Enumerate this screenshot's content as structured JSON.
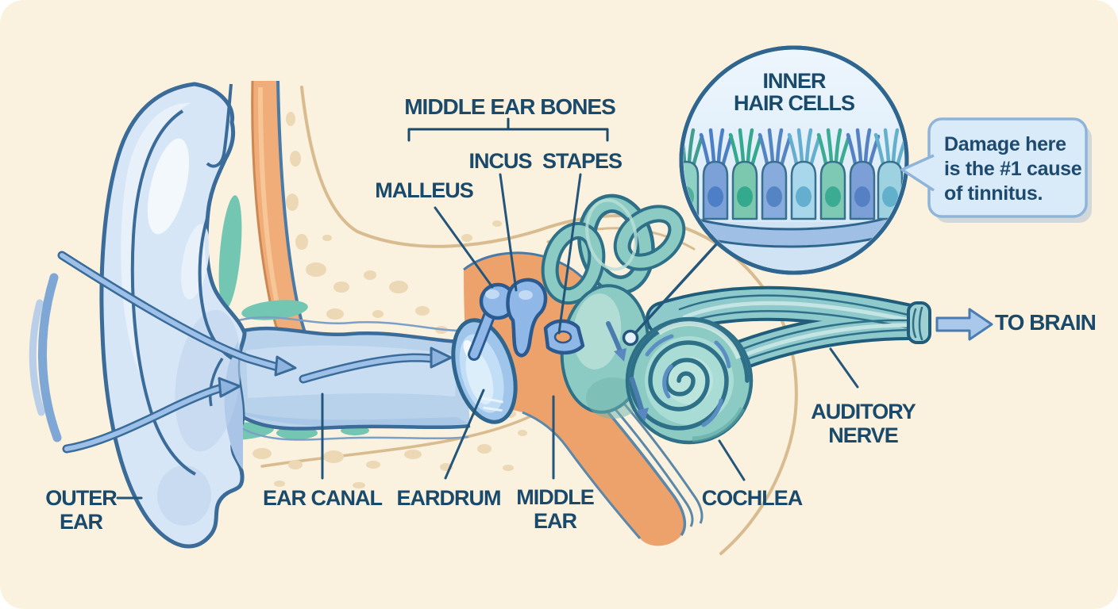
{
  "page": {
    "background": "#ffffff",
    "panel_background": "#faf1de",
    "corner_radius": "30px"
  },
  "palette": {
    "label_text": "#1a4a6b",
    "outline_blue": "#2f6690",
    "inner_ear_teal": "#8ccac4",
    "inner_ear_dark": "#2f7089",
    "middle_ear_orange": "#eda26b",
    "canal_wall_orange": "#f0ac79",
    "bone_speckle": "#ecd8b4",
    "tan_line": "#d8bc90",
    "sound_arrow": "#9cc0e8",
    "ossicle_blue": "#8fb8e8",
    "bubble_fill": "#d9eaf8",
    "bubble_border": "#8fb4da",
    "to_brain_arrow": "#a9c8ea"
  },
  "labels": {
    "outer_ear": "OUTER\nEAR",
    "ear_canal": "EAR CANAL",
    "eardrum": "EARDRUM",
    "middle_ear": "MIDDLE\nEAR",
    "middle_ear_bones": "MIDDLE EAR BONES",
    "malleus": "MALLEUS",
    "incus": "INCUS",
    "stapes": "STAPES",
    "cochlea": "COCHLEA",
    "auditory_nerve": "AUDITORY\nNERVE",
    "to_brain": "TO BRAIN"
  },
  "inset": {
    "title": "INNER\nHAIR CELLS",
    "callout": "Damage here\nis the #1 cause\nof tinnitus."
  },
  "icons": {
    "sound_wave_icon": "curved arcs radiating from left",
    "flow_arrow_icon": "rightward arrows through ear canal",
    "to_brain_arrow_icon": "solid right arrow",
    "hair_cell_icon": "column cell with cilia tuft",
    "magnifier_circle_icon": "zoom inset circle with pointer line"
  }
}
